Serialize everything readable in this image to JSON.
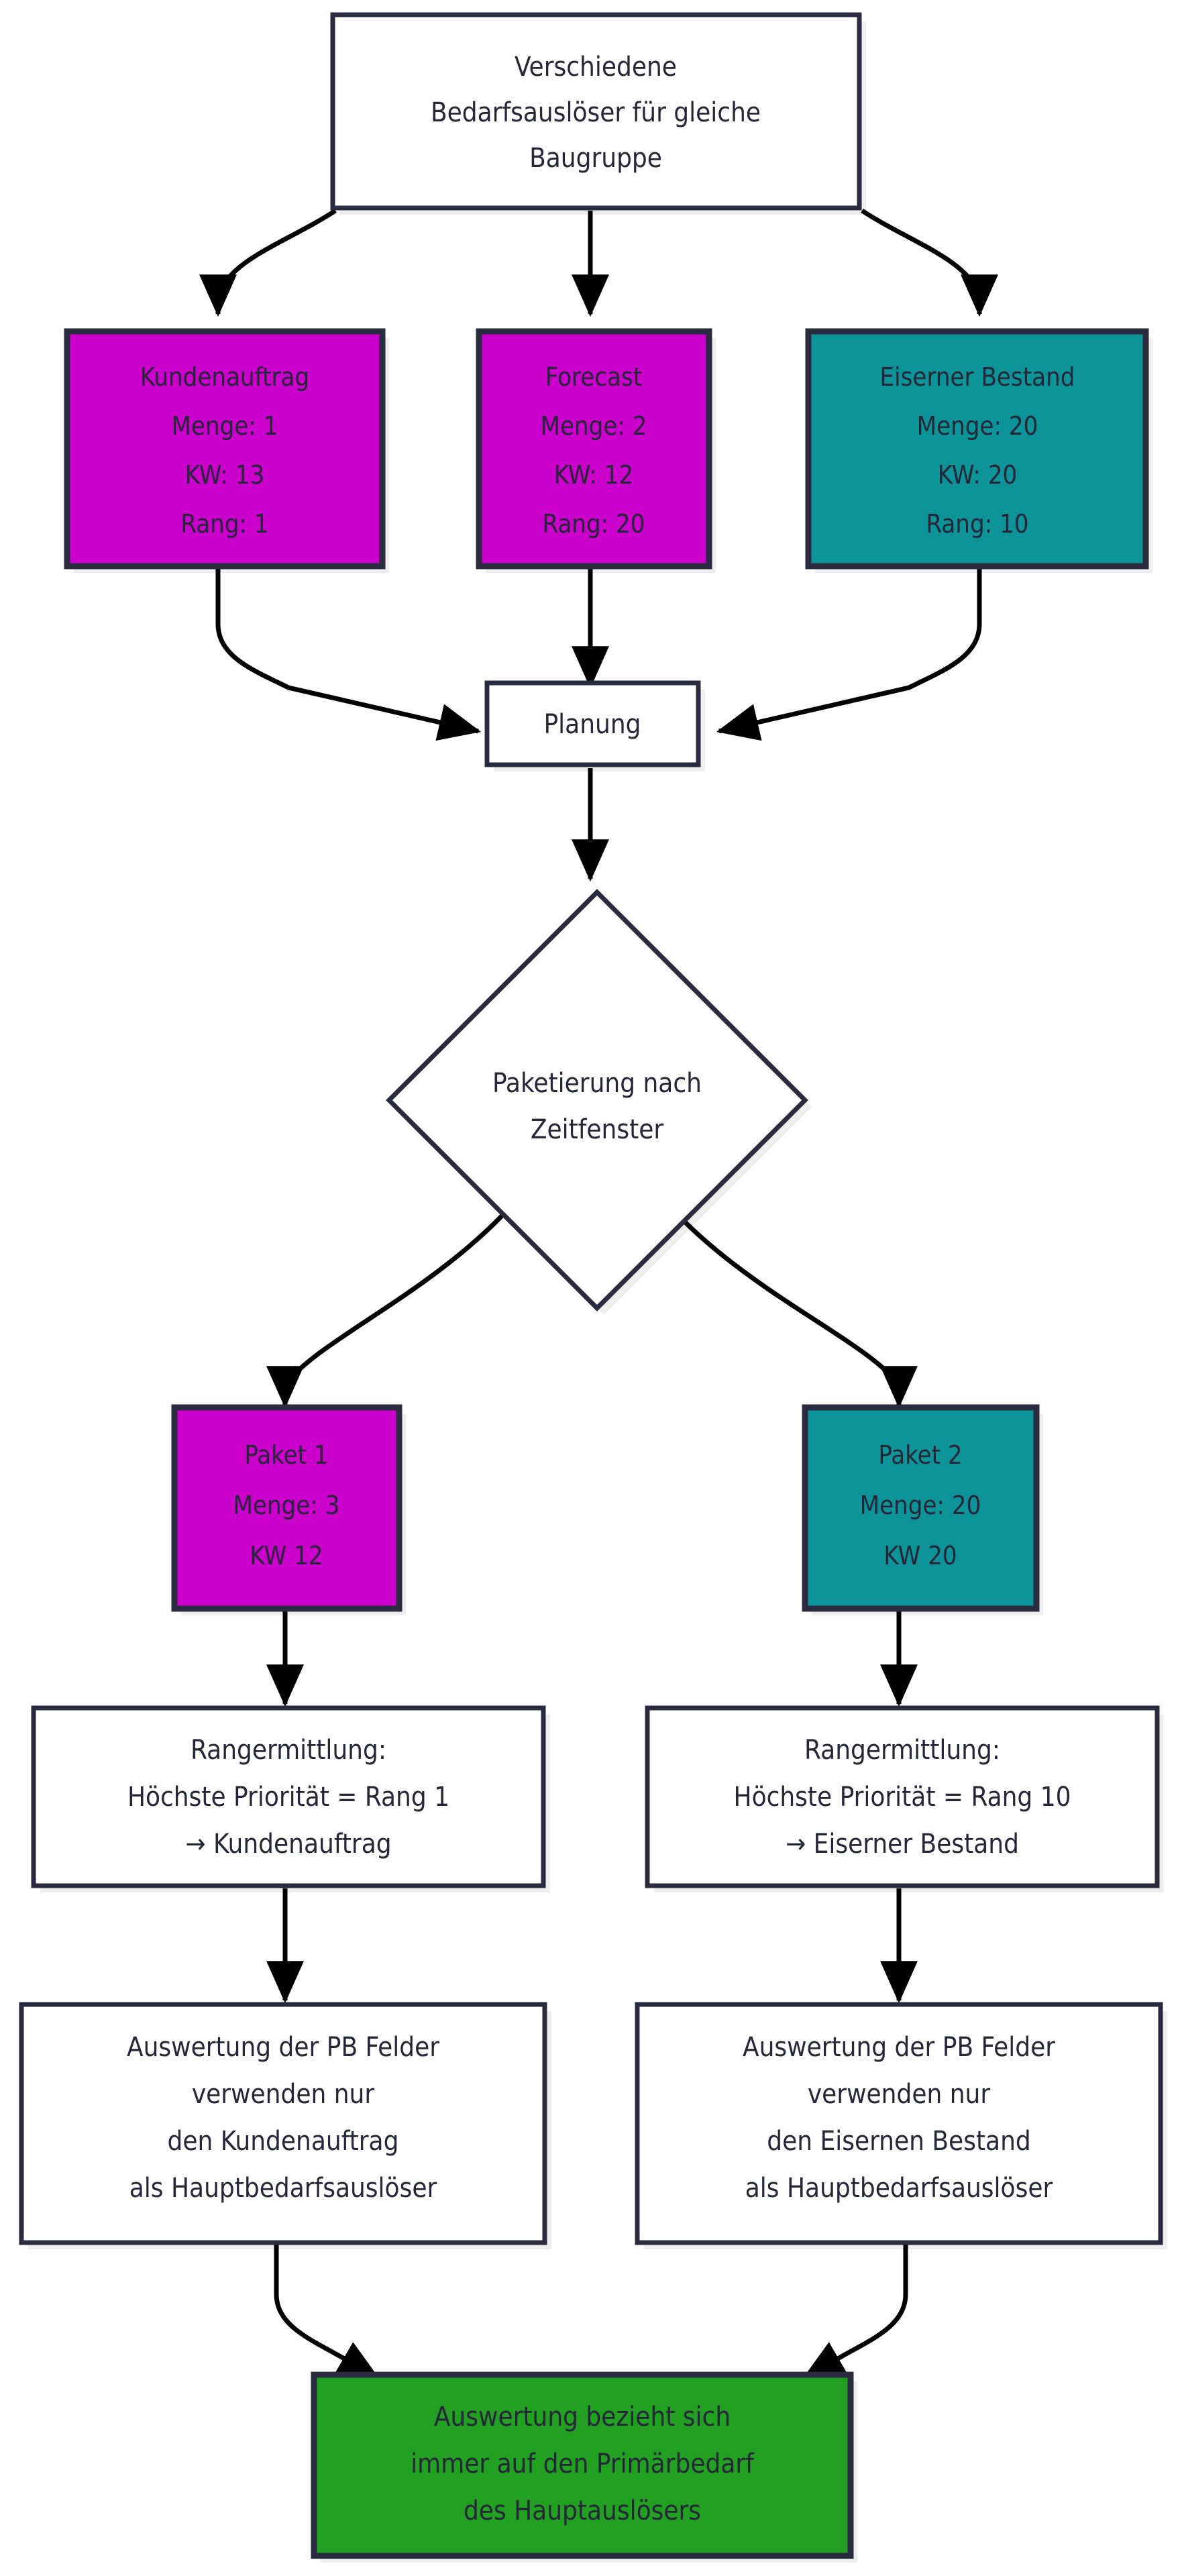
{
  "diagram": {
    "title": "Bedarfsausloeser Paketierung Flussdiagramm",
    "colors": {
      "background": "#ffffff",
      "border": "#2b2b40",
      "text": "#262639",
      "magenta": "#cc00cc",
      "teal": "#0d9499",
      "green": "#22a022",
      "shadow": "#eeeeee",
      "arrow": "#000000"
    }
  },
  "nodes": {
    "source": {
      "id": "verschiedene-bedarfsausloeser",
      "shape": "rectangle",
      "fill": "#ffffff",
      "lines": [
        "Verschiedene",
        "Bedarfsauslöser für gleiche",
        "Baugruppe"
      ]
    },
    "trigger_kundenauftrag": {
      "id": "kundenauftrag",
      "shape": "rectangle",
      "fill": "#cc00cc",
      "lines": [
        "Kundenauftrag",
        "Menge: 1",
        "KW: 13",
        "Rang: 1"
      ]
    },
    "trigger_forecast": {
      "id": "forecast",
      "shape": "rectangle",
      "fill": "#cc00cc",
      "lines": [
        "Forecast",
        "Menge: 2",
        "KW: 12",
        "Rang: 20"
      ]
    },
    "trigger_eiserner_bestand": {
      "id": "eiserner-bestand",
      "shape": "rectangle",
      "fill": "#0d9499",
      "lines": [
        "Eiserner Bestand",
        "Menge: 20",
        "KW: 20",
        "Rang: 10"
      ]
    },
    "planung": {
      "id": "planung",
      "shape": "rectangle",
      "fill": "#ffffff",
      "lines": [
        "Planung"
      ]
    },
    "paketierung": {
      "id": "paketierung-nach-zeitfenster",
      "shape": "diamond",
      "fill": "#ffffff",
      "lines": [
        "Paketierung nach",
        "Zeitfenster"
      ]
    },
    "paket1": {
      "id": "paket-1",
      "shape": "rectangle",
      "fill": "#cc00cc",
      "lines": [
        "Paket 1",
        "Menge: 3",
        "KW 12"
      ]
    },
    "paket2": {
      "id": "paket-2",
      "shape": "rectangle",
      "fill": "#0d9499",
      "lines": [
        "Paket 2",
        "Menge: 20",
        "KW 20"
      ]
    },
    "rang_left": {
      "id": "rangermittlung-links",
      "shape": "rectangle",
      "fill": "#ffffff",
      "lines": [
        "Rangermittlung:",
        "Höchste Priorität = Rang 1",
        "→ Kundenauftrag"
      ]
    },
    "rang_right": {
      "id": "rangermittlung-rechts",
      "shape": "rectangle",
      "fill": "#ffffff",
      "lines": [
        "Rangermittlung:",
        "Höchste Priorität = Rang 10",
        "→ Eiserner Bestand"
      ]
    },
    "auswertung_left": {
      "id": "auswertung-kundenauftrag",
      "shape": "rectangle",
      "fill": "#ffffff",
      "lines": [
        "Auswertung der PB Felder",
        "verwenden nur",
        "den Kundenauftrag",
        "als Hauptbedarfsauslöser"
      ]
    },
    "auswertung_right": {
      "id": "auswertung-eiserner-bestand",
      "shape": "rectangle",
      "fill": "#ffffff",
      "lines": [
        "Auswertung der PB Felder",
        "verwenden nur",
        "den Eisernen Bestand",
        "als Hauptbedarfsauslöser"
      ]
    },
    "result": {
      "id": "auswertung-primaerbedarf",
      "shape": "rectangle",
      "fill": "#22a022",
      "lines": [
        "Auswertung bezieht sich",
        "immer auf den Primärbedarf",
        "des Hauptauslösers"
      ]
    }
  },
  "edges": [
    {
      "id": "edge-source-kundenauftrag",
      "from": "source",
      "to": "trigger_kundenauftrag",
      "label": ""
    },
    {
      "id": "edge-source-forecast",
      "from": "source",
      "to": "trigger_forecast",
      "label": ""
    },
    {
      "id": "edge-source-eiserner-bestand",
      "from": "source",
      "to": "trigger_eiserner_bestand",
      "label": ""
    },
    {
      "id": "edge-kundenauftrag-planung",
      "from": "trigger_kundenauftrag",
      "to": "planung",
      "label": ""
    },
    {
      "id": "edge-forecast-planung",
      "from": "trigger_forecast",
      "to": "planung",
      "label": ""
    },
    {
      "id": "edge-eiserner-bestand-planung",
      "from": "trigger_eiserner_bestand",
      "to": "planung",
      "label": ""
    },
    {
      "id": "edge-planung-paketierung",
      "from": "planung",
      "to": "paketierung",
      "label": ""
    },
    {
      "id": "edge-paketierung-paket1",
      "from": "paketierung",
      "to": "paket1",
      "label": ""
    },
    {
      "id": "edge-paketierung-paket2",
      "from": "paketierung",
      "to": "paket2",
      "label": ""
    },
    {
      "id": "edge-paket1-rang-left",
      "from": "paket1",
      "to": "rang_left",
      "label": ""
    },
    {
      "id": "edge-paket2-rang-right",
      "from": "paket2",
      "to": "rang_right",
      "label": ""
    },
    {
      "id": "edge-rang-left-auswertung-left",
      "from": "rang_left",
      "to": "auswertung_left",
      "label": ""
    },
    {
      "id": "edge-rang-right-auswertung-right",
      "from": "rang_right",
      "to": "auswertung_right",
      "label": ""
    },
    {
      "id": "edge-auswertung-left-result",
      "from": "auswertung_left",
      "to": "result",
      "label": ""
    },
    {
      "id": "edge-auswertung-right-result",
      "from": "auswertung_right",
      "to": "result",
      "label": ""
    }
  ]
}
